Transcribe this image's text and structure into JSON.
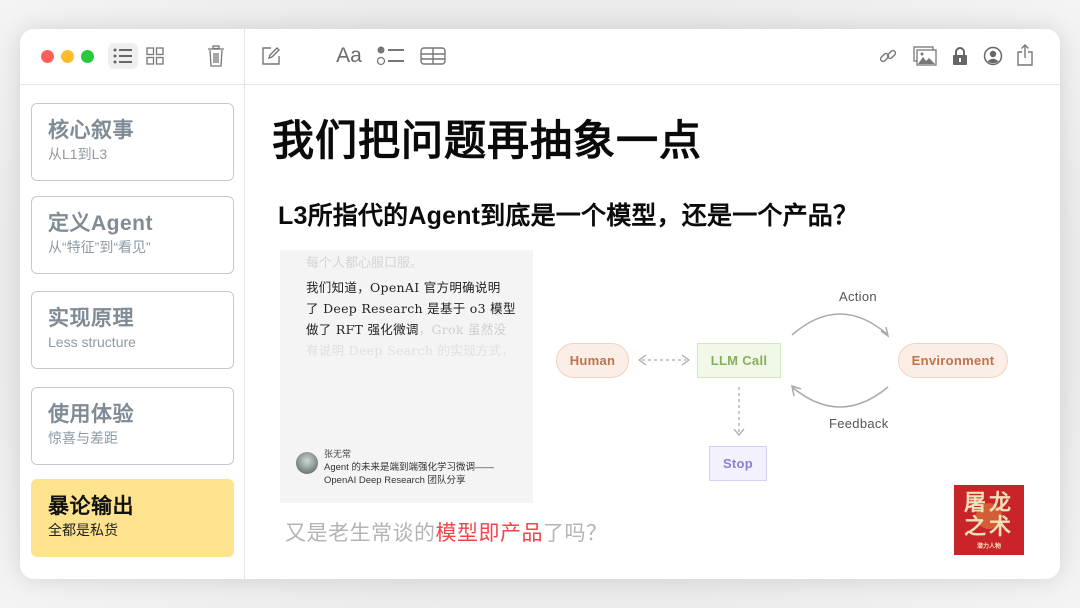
{
  "window": {
    "traffic_lights": {
      "close": "#fe5f57",
      "minimize": "#febc2e",
      "zoom": "#28c840"
    }
  },
  "toolbar": {
    "left_icons": [
      "list-view-icon",
      "grid-view-icon",
      "trash-icon"
    ],
    "center_icons": [
      "compose-icon",
      "format-text-icon",
      "checklist-icon",
      "table-icon"
    ],
    "format_label": "Aa",
    "right_icons": [
      "link-icon",
      "media-icon",
      "lock-icon",
      "collaborate-icon",
      "share-icon"
    ]
  },
  "sidebar": {
    "items": [
      {
        "title": "核心叙事",
        "subtitle": "从L1到L3",
        "active": false
      },
      {
        "title": "定义Agent",
        "subtitle": "从“特征”到“看见”",
        "active": false
      },
      {
        "title": "实现原理",
        "subtitle": "Less structure",
        "active": false
      },
      {
        "title": "使用体验",
        "subtitle": "惊喜与差距",
        "active": false
      },
      {
        "title": "暴论输出",
        "subtitle": "全都是私货",
        "active": true
      }
    ],
    "active_color": "#fde38e"
  },
  "main": {
    "title": "我们把问题再抽象一点",
    "subtitle": "L3所指代的Agent到底是一个模型，还是一个产品？",
    "article": {
      "faded_top": "每个人都心服口服。",
      "line1": "我们知道，OpenAI 官方明确说明",
      "line2": "了 Deep Research 是基于 o3 模型",
      "line3_bold": "做了 RFT 强化微调",
      "line3_faded": "，Grok 虽然没",
      "line4_faded": "有说明 Deep Search 的实现方式，",
      "author": "张无常",
      "caption_line1": "Agent 的未来是端到端强化学习微调——",
      "caption_line2": "OpenAI Deep Research 团队分享"
    },
    "diagram": {
      "nodes": {
        "human": "Human",
        "llm_call": "LLM Call",
        "environment": "Environment",
        "stop": "Stop"
      },
      "edges": {
        "action": "Action",
        "feedback": "Feedback"
      }
    },
    "question": {
      "prefix": "又是老生常谈的",
      "highlight": "模型即产品",
      "suffix": "了吗？",
      "highlight_color": "#f0464a"
    },
    "stamp": {
      "line1": "屠龙",
      "line2": "之术",
      "small": "潜力人物"
    }
  }
}
